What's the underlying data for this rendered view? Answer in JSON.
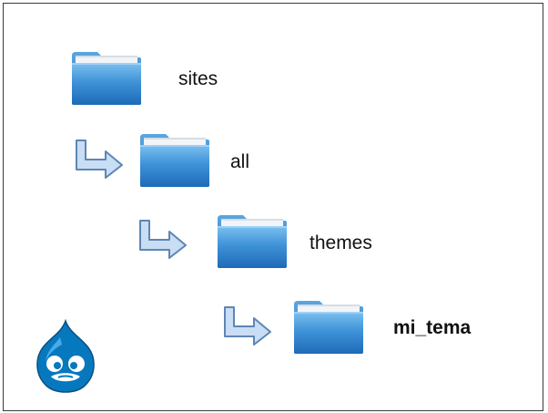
{
  "tree": [
    {
      "name": "sites",
      "depth": 0
    },
    {
      "name": "all",
      "depth": 1
    },
    {
      "name": "themes",
      "depth": 2
    },
    {
      "name": "mi_tema",
      "depth": 3
    }
  ],
  "icons": {
    "folder": "folder-icon",
    "arrow": "bent-arrow-icon",
    "logo": "drupal-logo"
  },
  "colors": {
    "folder_blue": "#3a8fd6",
    "folder_light": "#8ec8f2",
    "arrow_fill": "#c9ddf5",
    "arrow_stroke": "#5e86b3",
    "drupal_blue": "#0678be"
  }
}
